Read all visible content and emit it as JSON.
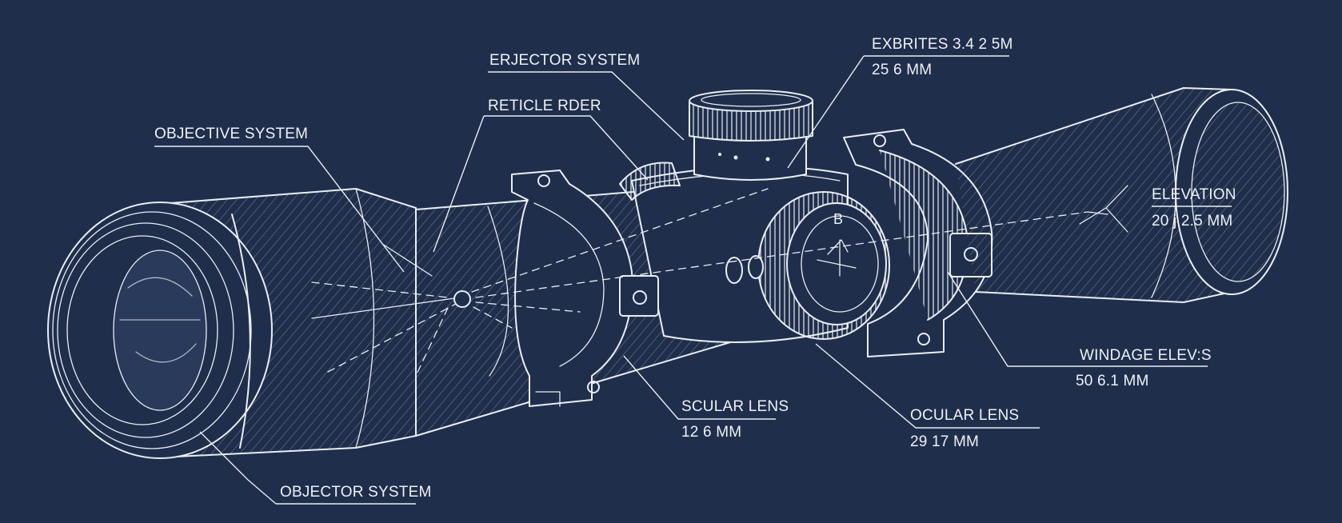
{
  "labels": {
    "erector_system": "ERJECTOR SYSTEM",
    "exbrites": "EXBRITES 3.4 2 5M",
    "exbrites_dim": "25 6 MM",
    "reticle": "RETICLE RDER",
    "objective_system": "OBJECTIVE SYSTEM",
    "elevation": "ELEVATION",
    "elevation_dim": "20 j 2.5 MM",
    "windage": "WINDAGE ELEV:S",
    "windage_dim": "50 6.1 MM",
    "scular_lens": "SCULAR LENS",
    "scular_dim": "12 6 MM",
    "ocular_lens": "OCULAR LENS",
    "ocular_dim": "29 17 MM",
    "objector_system": "OBJECTOR SYSTEM",
    "knob_mark": "B"
  },
  "colors": {
    "background": "#1f2e4b",
    "line": "#e9eef6"
  }
}
